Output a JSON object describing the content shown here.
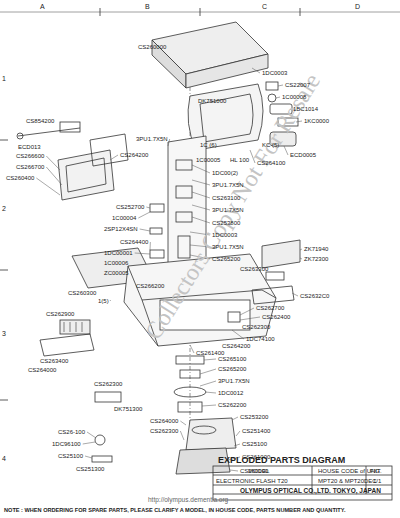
{
  "diagram": {
    "title": "EXPLODED PARTS DIAGRAM",
    "labels": [
      "A",
      "B",
      "C",
      "D",
      "1",
      "2",
      "3",
      "4",
      "CS260000",
      "1DC0003",
      "CS22007",
      "1C00008",
      "1BC1014",
      "1KC0000",
      "ECD0005",
      "DK751000",
      "3PU1.7X5N",
      "CS854200",
      "ECD013",
      "1C (6)",
      "KC (5)",
      "CS264100",
      "CS264200",
      "CS266600",
      "CS266700",
      "CS260400",
      "1C00005",
      "HL 100",
      "1DC00(2)",
      "3PU1.7X5N",
      "CS263100",
      "3PU1.7X5N",
      "CS253800",
      "1DC0003",
      "3PU1.7X5N",
      "CS265200",
      "CS252700",
      "1C00004",
      "2SP12X4SN",
      "CS264400",
      "1DC00001",
      "1C00006",
      "ZC00005",
      "CS266200",
      "CS260300",
      "ZK71940",
      "ZK72300",
      "CS263300",
      "CS2632C0",
      "CS262700",
      "CS262400",
      "CS262300",
      "1DC74100",
      "1(5)",
      "CS262900",
      "CS263400",
      "CS261400",
      "CS264200",
      "CS264000",
      "CS265100",
      "CS265200",
      "3PU1.7X5N",
      "1DC0012",
      "CS262200",
      "CS253200",
      "CS251400",
      "CS25100",
      "CS261000",
      "CS260100",
      "CS262300",
      "DK751300",
      "CS26-100",
      "1DC96100",
      "CS25100",
      "CS251300",
      "CS264000",
      "CS262300",
      "MODEL",
      "HOUSE CODE of UNIT",
      "FIG.",
      "ELECTRONIC FLASH T20",
      "MPT20 & MPT20DEC",
      "1/1",
      "OLYMPUS OPTICAL CO.,LTD. TOKYO, JAPAN",
      "http://olympus.dementia.org",
      "NOTE : WHEN ORDERING FOR SPARE PARTS, PLEASE CLARIFY A MODEL, IN HOUSE CODE, PARTS NUMBER AND QUANTITY.",
      "Collectors Copy Not For Resale"
    ]
  }
}
